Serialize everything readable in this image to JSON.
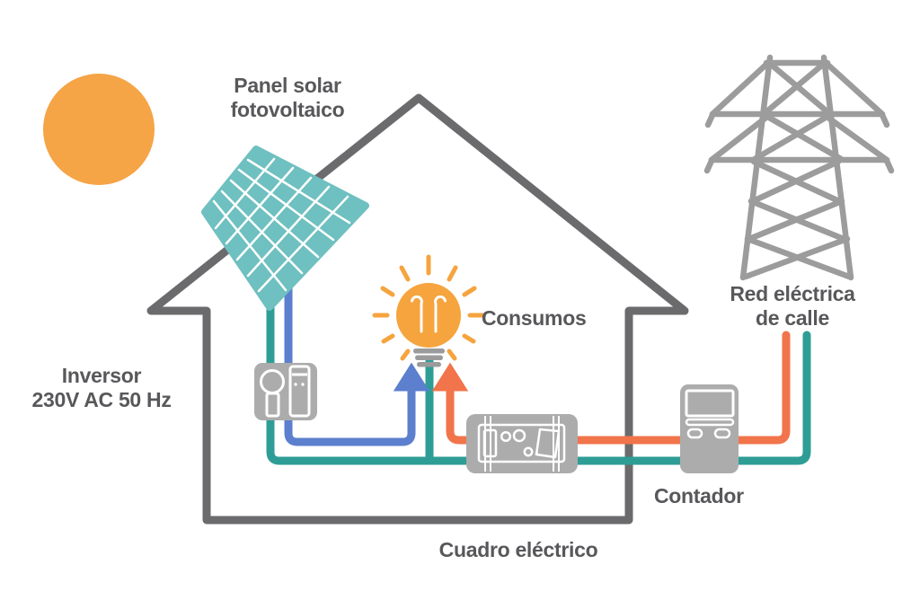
{
  "diagram": {
    "labels": {
      "panel": {
        "line1": "Panel solar",
        "line2": "fotovoltaico"
      },
      "inverter": {
        "line1": "Inversor",
        "line2": "230V AC 50 Hz"
      },
      "consumption": {
        "text": "Consumos"
      },
      "grid": {
        "line1": "Red eléctrica",
        "line2": "de calle"
      },
      "meter": {
        "text": "Contador"
      },
      "electrical_panel": {
        "text": "Cuadro eléctrico"
      }
    },
    "icons": {
      "sun": "sun-icon",
      "solar_panel": "solar-panel-icon",
      "house": "house-outline-icon",
      "pylon": "transmission-tower-icon",
      "bulb": "light-bulb-icon",
      "inverter": "inverter-icon",
      "electrical_panel": "breaker-box-icon",
      "meter": "electric-meter-icon",
      "arrows": "up-arrow-icon"
    },
    "colors": {
      "sun_orange": "#F5A446",
      "bulb_orange": "#F5A43E",
      "ray_orange": "#F5A43E",
      "wire_orange": "#F1744B",
      "wire_teal": "#2E9D95",
      "panel_teal": "#6FC0C0",
      "wire_blue": "#5C7FCE",
      "house_gray": "#6B6B6D",
      "pylon_gray": "#9C9C9C",
      "device_gray": "#ACACAC",
      "bulb_base_gray": "#9B9B9B",
      "text_gray": "#58585B",
      "icon_detail_white": "#FFFFFF"
    }
  }
}
